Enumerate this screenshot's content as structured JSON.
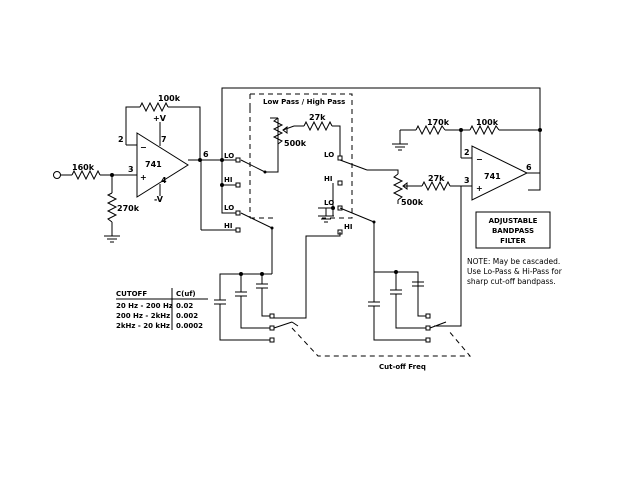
{
  "labels": {
    "switch_group": "Low Pass / High Pass",
    "cutoff_freq": "Cut-off Freq",
    "r_feedback1": "100k",
    "r_input": "160k",
    "r_bias": "270k",
    "r_27k_a": "27k",
    "pot_a": "500k",
    "r_170k": "170k",
    "r_feedback2": "100k",
    "r_27k_b": "27k",
    "pot_b": "500k",
    "opamp1": "741",
    "opamp2": "741",
    "vplus": "+V",
    "vminus": "-V",
    "pin_2a": "2",
    "pin_7": "7",
    "pin_3a": "3",
    "pin_4": "4",
    "pin_6a": "6",
    "pin_2b": "2",
    "pin_3b": "3",
    "pin_6b": "6",
    "lo1": "LO",
    "hi1": "HI",
    "lo2": "LO",
    "hi2": "HI",
    "lo3": "LO",
    "hi3": "HI",
    "lo4": "LO",
    "hi4": "HI",
    "minus1": "−",
    "plus1": "+",
    "minus2": "−",
    "plus2": "+"
  },
  "title_box": [
    "ADJUSTABLE",
    "BANDPASS",
    "FILTER"
  ],
  "note": [
    "NOTE:  May be cascaded.",
    "Use Lo-Pass & Hi-Pass for",
    "sharp cut-off bandpass."
  ],
  "cutoff_table": {
    "headers": [
      "CUTOFF",
      "C(uf)"
    ],
    "rows": [
      [
        "20 Hz - 200 Hz",
        "0.02"
      ],
      [
        "200 Hz - 2kHz",
        "0.002"
      ],
      [
        "2kHz - 20 kHz",
        "0.0002"
      ]
    ]
  }
}
